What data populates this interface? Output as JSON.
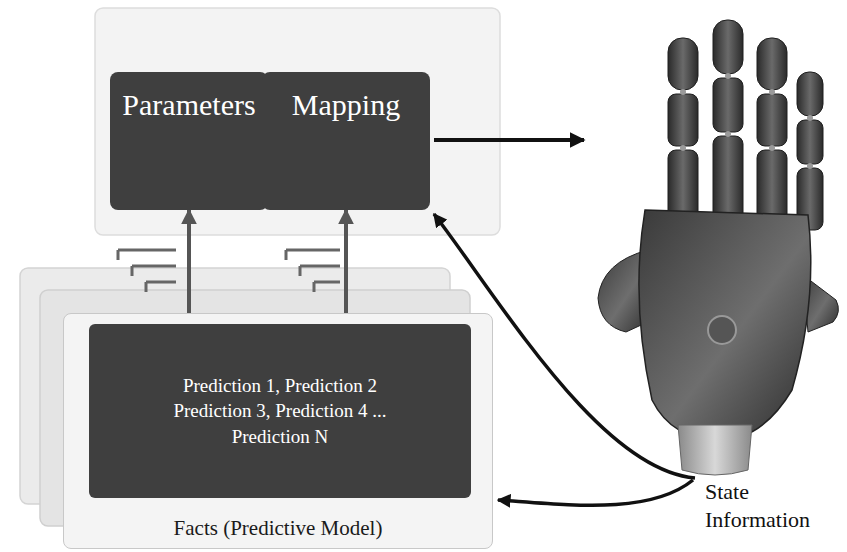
{
  "diagram": {
    "nodes": [
      {
        "text": [
          "Parameters"
        ]
      },
      {
        "text": [
          "Mapping"
        ]
      },
      {
        "text": [
          "Facts (Predictive Model)"
        ]
      },
      {
        "text": [
          "Prediction 1, Prediction 2 Prediction 3, Prediction 4 ... Prediction N"
        ],
        "in": 2
      }
    ],
    "edges": [
      {
        "from": 3,
        "to": 0,
        "arrow": "to"
      },
      {
        "from": 3,
        "to": 1,
        "arrow": "to"
      }
    ],
    "labels": [
      "State Information"
    ]
  }
}
